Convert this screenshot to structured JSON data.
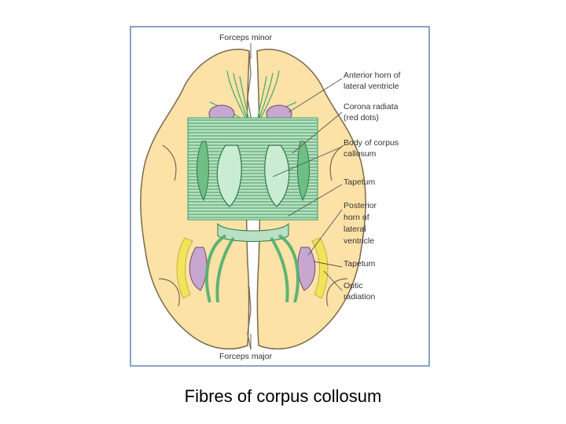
{
  "labels": {
    "forceps_minor": "Forceps minor",
    "anterior_horn_1": "Anterior horn of",
    "anterior_horn_2": "lateral ventricle",
    "corona_radiata_1": "Corona radiata",
    "corona_radiata_2": "(red dots)",
    "body_cc_1": "Body of corpus",
    "body_cc_2": "callosum",
    "tapetum_upper": "Tapetum",
    "posterior_horn_1": "Posterior",
    "posterior_horn_2": "horn of",
    "posterior_horn_3": "lateral",
    "posterior_horn_4": "ventricle",
    "tapetum_lower": "Tapetum",
    "optic_radiation_1": "Optic",
    "optic_radiation_2": "radiation",
    "forceps_major": "Forceps major"
  },
  "caption": "Fibres of corpus collosum",
  "colors": {
    "brain_tissue": "#fde2a8",
    "brain_outline": "#7a6a4a",
    "fibres": "#4fae6e",
    "ventricle": "#c7a7cf",
    "optic_radiation": "#f2e35a",
    "corona_radiata": "#e8b0a0",
    "frame_border": "#8aa3c4"
  }
}
